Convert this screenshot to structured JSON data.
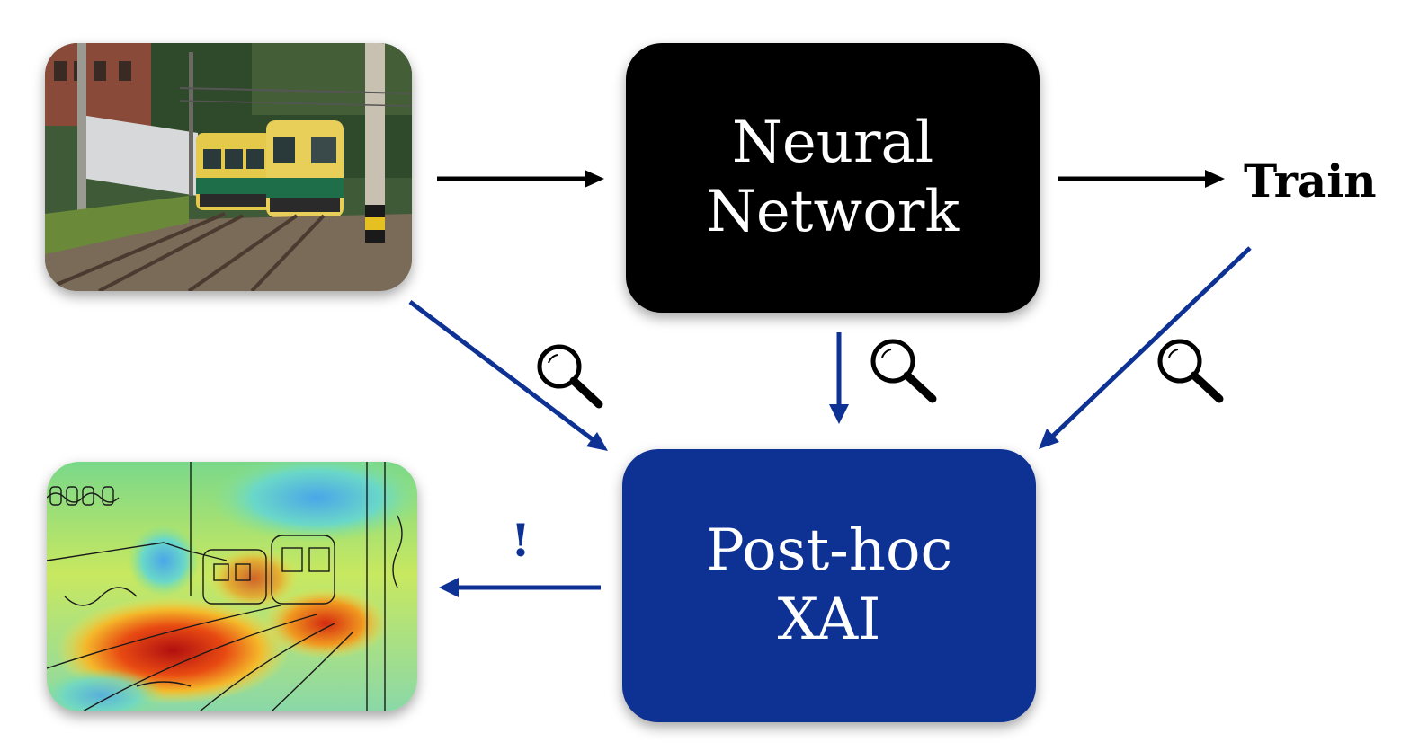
{
  "nodes": {
    "neural_network": {
      "line1": "Neural",
      "line2": "Network"
    },
    "posthoc_xai": {
      "line1": "Post-hoc",
      "line2": "XAI"
    },
    "train": {
      "label": "Train"
    },
    "explanation": {
      "mark": "!"
    }
  },
  "icons": [
    "magnifier-icon",
    "magnifier-icon",
    "magnifier-icon"
  ],
  "colors": {
    "xai_blue": "#0e3294",
    "network_black": "#000000",
    "arrow_blue": "#0e3294"
  }
}
